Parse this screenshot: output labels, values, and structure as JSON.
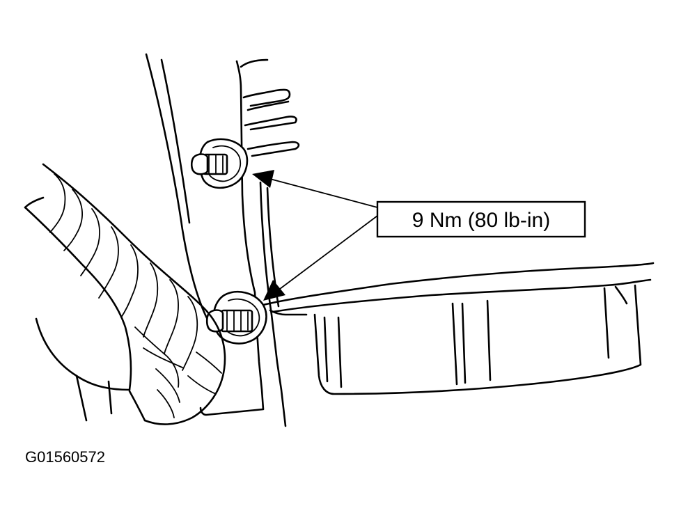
{
  "callout": {
    "torque_label": "9 Nm (80 lb-in)"
  },
  "figure": {
    "id": "G01560572"
  },
  "parts": {
    "fasteners": [
      "upper-bolt",
      "lower-bolt"
    ]
  }
}
